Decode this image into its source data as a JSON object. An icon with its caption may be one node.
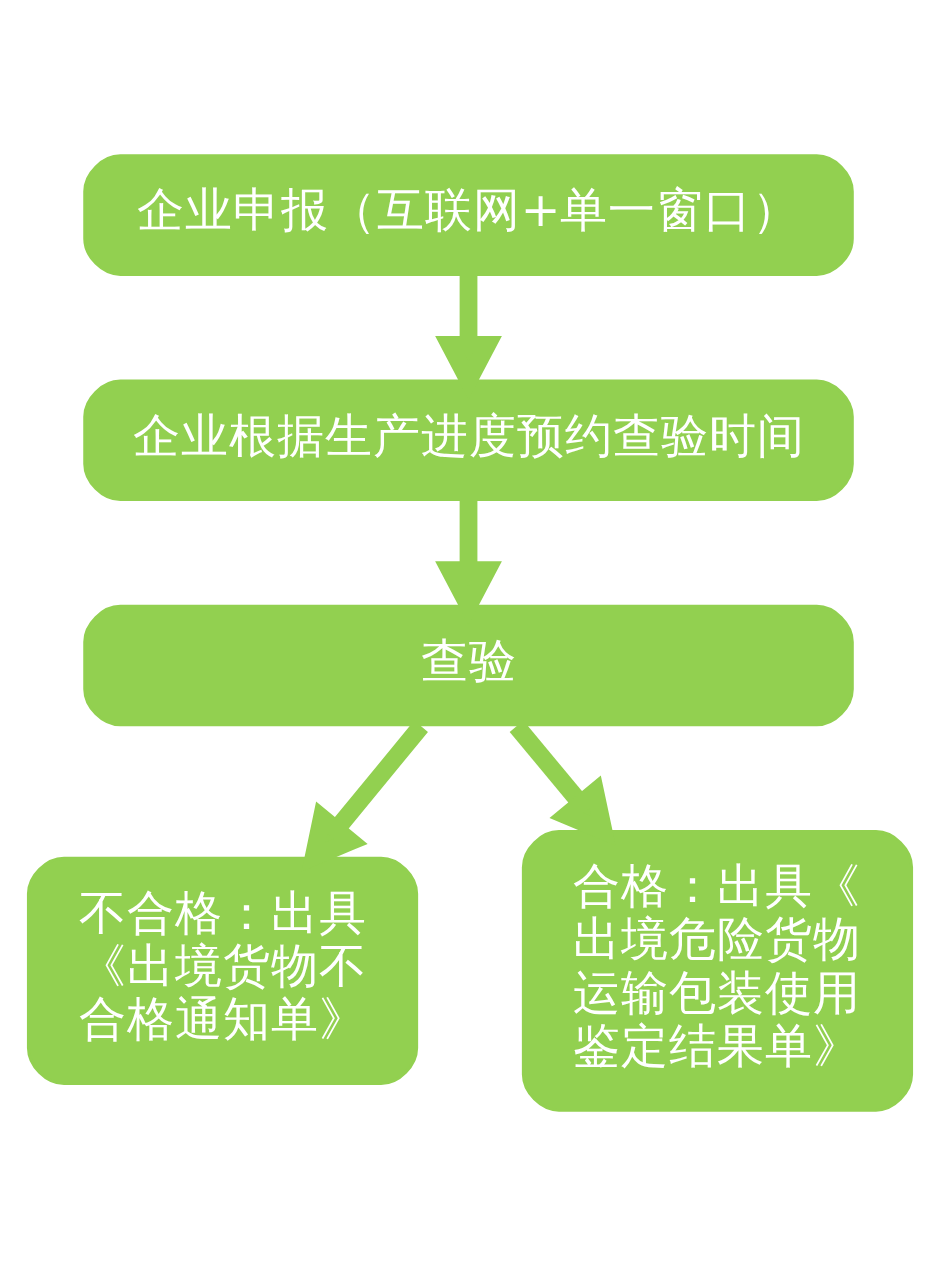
{
  "diagram": {
    "nodes": [
      {
        "text": [
          "企业申报（互联网+单一窗口）"
        ]
      },
      {
        "text": [
          "企业根据生产进度预约查验时间"
        ]
      },
      {
        "text": [
          "查验"
        ]
      },
      {
        "text": [
          "不合格：出具《出境货物不合格通知单》"
        ]
      },
      {
        "text": [
          "合格：出具《出境危险货物运输包装使用鉴定结果单》"
        ]
      }
    ],
    "edges": [
      {
        "from": 0,
        "to": 1,
        "arrow": "to"
      },
      {
        "from": 1,
        "to": 2,
        "arrow": "to"
      },
      {
        "from": 2,
        "to": 3,
        "arrow": "to"
      },
      {
        "from": 2,
        "to": 4,
        "arrow": "to"
      }
    ]
  }
}
